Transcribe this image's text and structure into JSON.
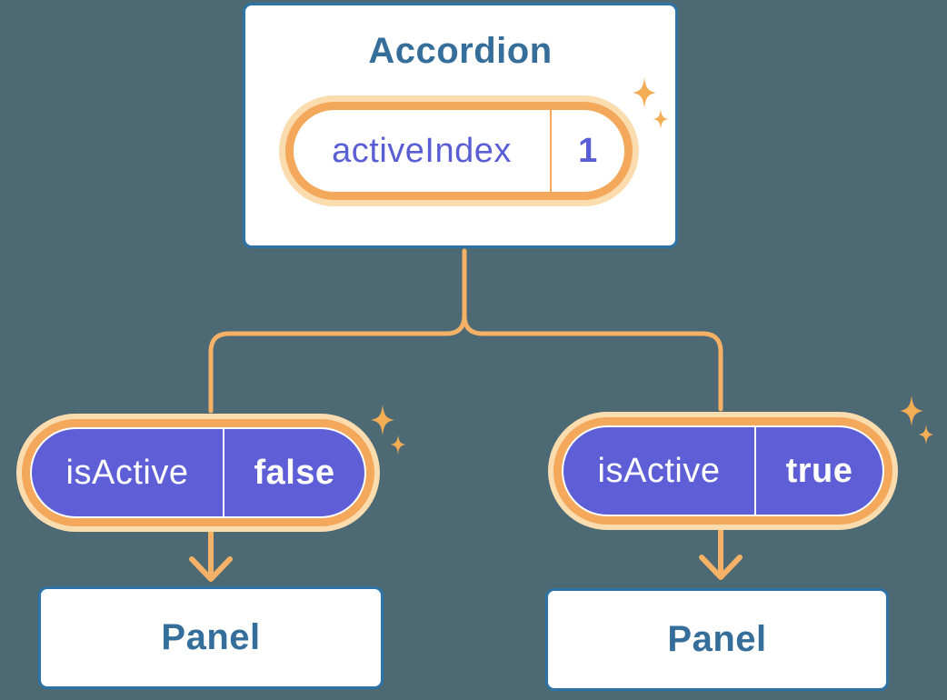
{
  "theme": {
    "bg": "#4d6974",
    "card-bg": "#ffffff",
    "blue-border": "#2e73a5",
    "blue-text": "#356e9a",
    "orange": "#f3a85c",
    "peach": "#fbdcaf",
    "line": "#f5b166",
    "purple": "#5e5fd6",
    "purple-text": "#5a5ed4",
    "sparkle": "#f2ad55",
    "white-text": "#ffffff"
  },
  "icons": {
    "sparkle": "four-point-star"
  },
  "diagram": {
    "root": {
      "title": "Accordion",
      "state": {
        "name": "activeIndex",
        "value": "1"
      }
    },
    "branches": [
      {
        "prop": {
          "name": "isActive",
          "value": "false"
        },
        "child": {
          "title": "Panel"
        }
      },
      {
        "prop": {
          "name": "isActive",
          "value": "true"
        },
        "child": {
          "title": "Panel"
        }
      }
    ]
  }
}
